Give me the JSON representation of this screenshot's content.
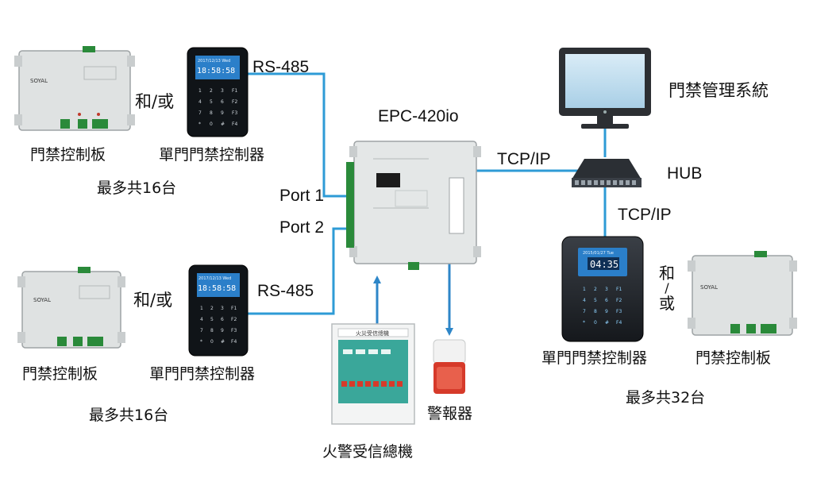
{
  "labels": {
    "controller": "EPC-420io",
    "rs485": "RS-485",
    "port1": "Port 1",
    "port2": "Port 2",
    "tcpip": "TCP/IP",
    "hub": "HUB",
    "and_or": "和/或",
    "and_or_vertical": [
      "和",
      "/",
      "或"
    ],
    "control_board": "門禁控制板",
    "single_door_controller": "單門門禁控制器",
    "max16": "最多共16台",
    "max32": "最多共32台",
    "management_system": "門禁管理系統",
    "fire_alarm_panel": "火警受信總機",
    "alarm": "警報器"
  },
  "device_text": {
    "keypad_time": "18:58:58",
    "keypad_header": "2017/12/13 Wed",
    "kiosk_time": "04:35",
    "kiosk_date": "2015/01/27 Tue",
    "board_brand": "SOYAL",
    "fire_panel_title": "火災受信總機",
    "keys": [
      "1",
      "2",
      "3",
      "F1",
      "4",
      "5",
      "6",
      "F2",
      "7",
      "8",
      "9",
      "F3",
      "*",
      "0",
      "#",
      "F4"
    ]
  },
  "colors": {
    "line": "#2e9bd6",
    "arrow": "#2e86c8",
    "board": "#dfe2e2",
    "terminal": "#2a8a3a",
    "keypad": "#101418",
    "screen": "#2b7fc9",
    "alarm_red": "#d63a2a"
  }
}
